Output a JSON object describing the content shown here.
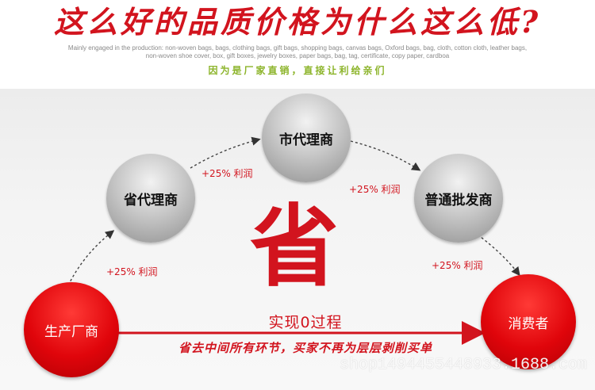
{
  "header": {
    "headline": "这么好的品质价格为什么这么低?",
    "subtext": "Mainly engaged in the production: non-woven bags, bags, clothing bags, gift bags, shopping bags, canvas bags, Oxford bags, bag, cloth, cotton cloth, leather bags, non-woven shoe cover, box, gift boxes, jewelry boxes, paper bags, bag, tag, certificate, copy paper, cardboa",
    "slogan": "因为是厂家直销，直接让利给亲们"
  },
  "flow": {
    "producer": "生产厂商",
    "provincial_agent": "省代理商",
    "city_agent": "市代理商",
    "wholesaler": "普通批发商",
    "consumer": "消费者",
    "profit_1": "+25% 利润",
    "profit_2": "+25% 利润",
    "profit_3": "+25% 利润",
    "profit_4": "+25% 利润"
  },
  "center": {
    "big_char": "省",
    "zero_process": "实现0过程",
    "saving_line": "省去中间所有环节，买家不再为层层剥削买单"
  },
  "watermark": "shop1494455448933.1688.com",
  "colors": {
    "accent_red": "#d2141e",
    "slogan_green": "#8cb42a",
    "node_grey": "#bdbdbd"
  }
}
